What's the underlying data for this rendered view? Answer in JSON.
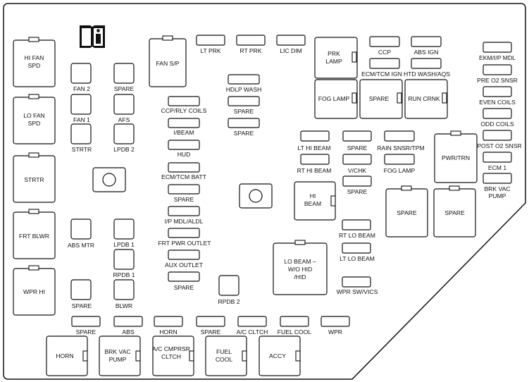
{
  "relays_left": [
    "HI FAN\nSPD",
    "LO FAN\nSPD",
    "STRTR",
    "FRT BLWR",
    "WPR HI"
  ],
  "relay_fan_sp": "FAN S/P",
  "relay_prk_lamp": "PRK\nLAMP",
  "relay_fog_lamp": "FOG LAMP",
  "relay_spare_1": "SPARE",
  "relay_run_crnk": "RUN CRNK",
  "relay_pwr_trn": "PWR/TRN",
  "relay_hi_beam": "HI\nBEAM",
  "relay_lo_beam": "LO BEAM –\nW/O HID\n/HID",
  "relay_spare_2": "SPARE",
  "relay_spare_3": "SPARE",
  "relays_bottom": [
    "HORN",
    "BRK VAC\nPUMP",
    "A/C CMPRSR\nCLTCH",
    "FUEL\nCOOL",
    "ACCY"
  ],
  "fuses": {
    "fan2": "FAN 2",
    "spare_a": "SPARE",
    "fan1": "FAN 1",
    "afs": "AFS",
    "strtr": "STRTR",
    "lpdb2": "LPDB 2",
    "abs_mtr": "ABS MTR",
    "lpdb1": "LPDB 1",
    "rpdb1": "RPDB 1",
    "spare_b": "SPARE",
    "blwr": "BLWR",
    "rpdb2": "RPDB 2",
    "ccp_rly": "CCP/RLY COILS",
    "ibeam": "I/BEAM",
    "hud": "HUD",
    "ecm_tcm_batt": "ECM/TCM BATT",
    "spare_c": "SPARE",
    "ip_mdl": "I/P MDL/ALDL",
    "frt_pwr": "FRT PWR OUTLET",
    "aux": "AUX OUTLET",
    "spare_d": "SPARE",
    "lt_prk": "LT PRK",
    "rt_prk": "RT PRK",
    "lic_dim": "LIC DIM",
    "hdlp_wash": "HDLP WASH",
    "spare_e": "SPARE",
    "spare_f": "SPARE",
    "ccp": "CCP",
    "abs_ign": "ABS IGN",
    "ecm_tcm_ign": "ECM/TCM IGN",
    "htd_wash": "HTD WASH/AQS",
    "lt_hi": "LT HI BEAM",
    "spare_g": "SPARE",
    "rain": "RAIN SNSR/TPM",
    "rt_hi": "RT HI BEAM",
    "vchk": "V/CHK",
    "fog": "FOG LAMP",
    "spare_h": "SPARE",
    "rt_lo": "RT LO BEAM",
    "lt_lo": "LT LO BEAM",
    "wpr_sw": "WPR SW/VICS",
    "ekm": "EKM/I/P MDL",
    "pre_o2": "PRE O2 SNSR",
    "even": "EVEN COILS",
    "odd": "ODD COILS",
    "post_o2": "POST O2 SNSR",
    "ecm1": "ECM 1",
    "brk_vac": "BRK VAC\nPUMP",
    "b_spare1": "SPARE",
    "b_abs": "ABS",
    "b_horn": "HORN",
    "b_spare2": "SPARE",
    "b_ac": "A/C CLTCH",
    "b_fuel": "FUEL COOL",
    "b_wpr": "WPR"
  },
  "manual_icon": "manual-book-icon"
}
